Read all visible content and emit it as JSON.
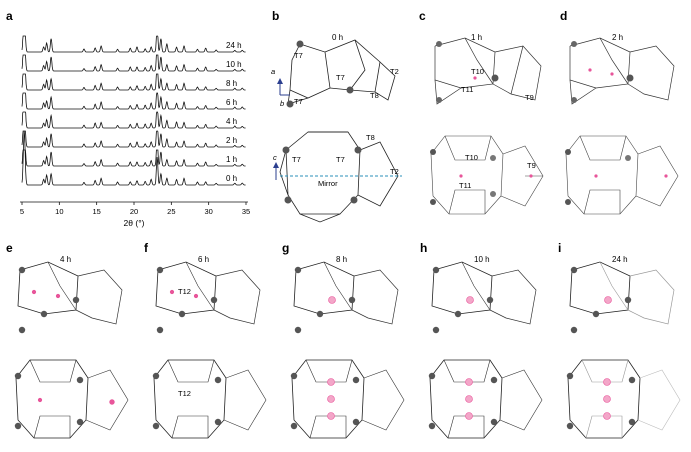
{
  "panels": {
    "a": "a",
    "b": "b",
    "c": "c",
    "d": "d",
    "e": "e",
    "f": "f",
    "g": "g",
    "h": "h",
    "i": "i"
  },
  "times": {
    "b": "0 h",
    "c": "1 h",
    "d": "2 h",
    "e": "4 h",
    "f": "6 h",
    "g": "8 h",
    "h": "10 h",
    "i": "24 h"
  },
  "xrd": {
    "xlabel": "2θ (°)",
    "xticks": [
      "5",
      "10",
      "15",
      "20",
      "25",
      "30",
      "35"
    ],
    "traces": [
      "24 h",
      "10 h",
      "8 h",
      "6 h",
      "4 h",
      "2 h",
      "1 h",
      "0 h"
    ]
  },
  "sites": {
    "b_top": [
      "T7",
      "T7",
      "T2",
      "T8",
      "T7"
    ],
    "b_bottom": [
      "T8",
      "T7",
      "T7",
      "T2"
    ],
    "c_top": [
      "T10",
      "T11",
      "T9"
    ],
    "c_bottom": [
      "T10",
      "T9",
      "T11"
    ],
    "f_top": "T12",
    "f_bottom": "T12"
  },
  "axes": {
    "a": "a",
    "b": "b",
    "c": "c"
  },
  "mirror_label": "Mirror",
  "colors": {
    "highlight": "#e8559a",
    "mirror": "#2a8fb8",
    "axis_arrow": "#2b3f8f"
  }
}
